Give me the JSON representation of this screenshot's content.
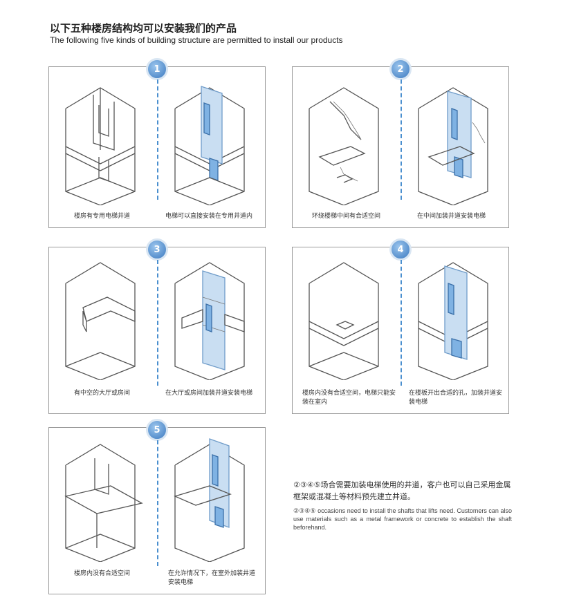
{
  "header": {
    "title_cn": "以下五种楼房结构均可以安装我们的产品",
    "title_en": "The following five kinds of building structure are permitted to install our products"
  },
  "panels": [
    {
      "number": "1",
      "left_caption": "楼房有专用电梯井道",
      "right_caption": "电梯可以直接安装在专用井道内"
    },
    {
      "number": "2",
      "left_caption": "环绕楼梯中间有合适空间",
      "right_caption": "在中间加装井道安装电梯"
    },
    {
      "number": "3",
      "left_caption": "有中空的大厅或房间",
      "right_caption": "在大厅或房间加装井道安装电梯"
    },
    {
      "number": "4",
      "left_caption": "楼房内没有合适空间，电梯只能安装在室内",
      "right_caption": "在楼板开出合适的孔，加装井道安装电梯"
    },
    {
      "number": "5",
      "left_caption": "楼房内没有合适空间",
      "right_caption": "在允许情况下，在室外加装井道安装电梯"
    }
  ],
  "note": {
    "cn": "②③④⑤场合需要加装电梯使用的井道，客户也可以自己采用金属框架或混凝土等材料预先建立井道。",
    "en": "②③④⑤ occasions need to install the shafts that lifts need. Customers can also use materials such as a metal framework or concrete to establish the shaft beforehand."
  },
  "colors": {
    "accent": "#3b79bf",
    "divider": "#4a8fcf",
    "elevator": "#7fb2e3"
  }
}
